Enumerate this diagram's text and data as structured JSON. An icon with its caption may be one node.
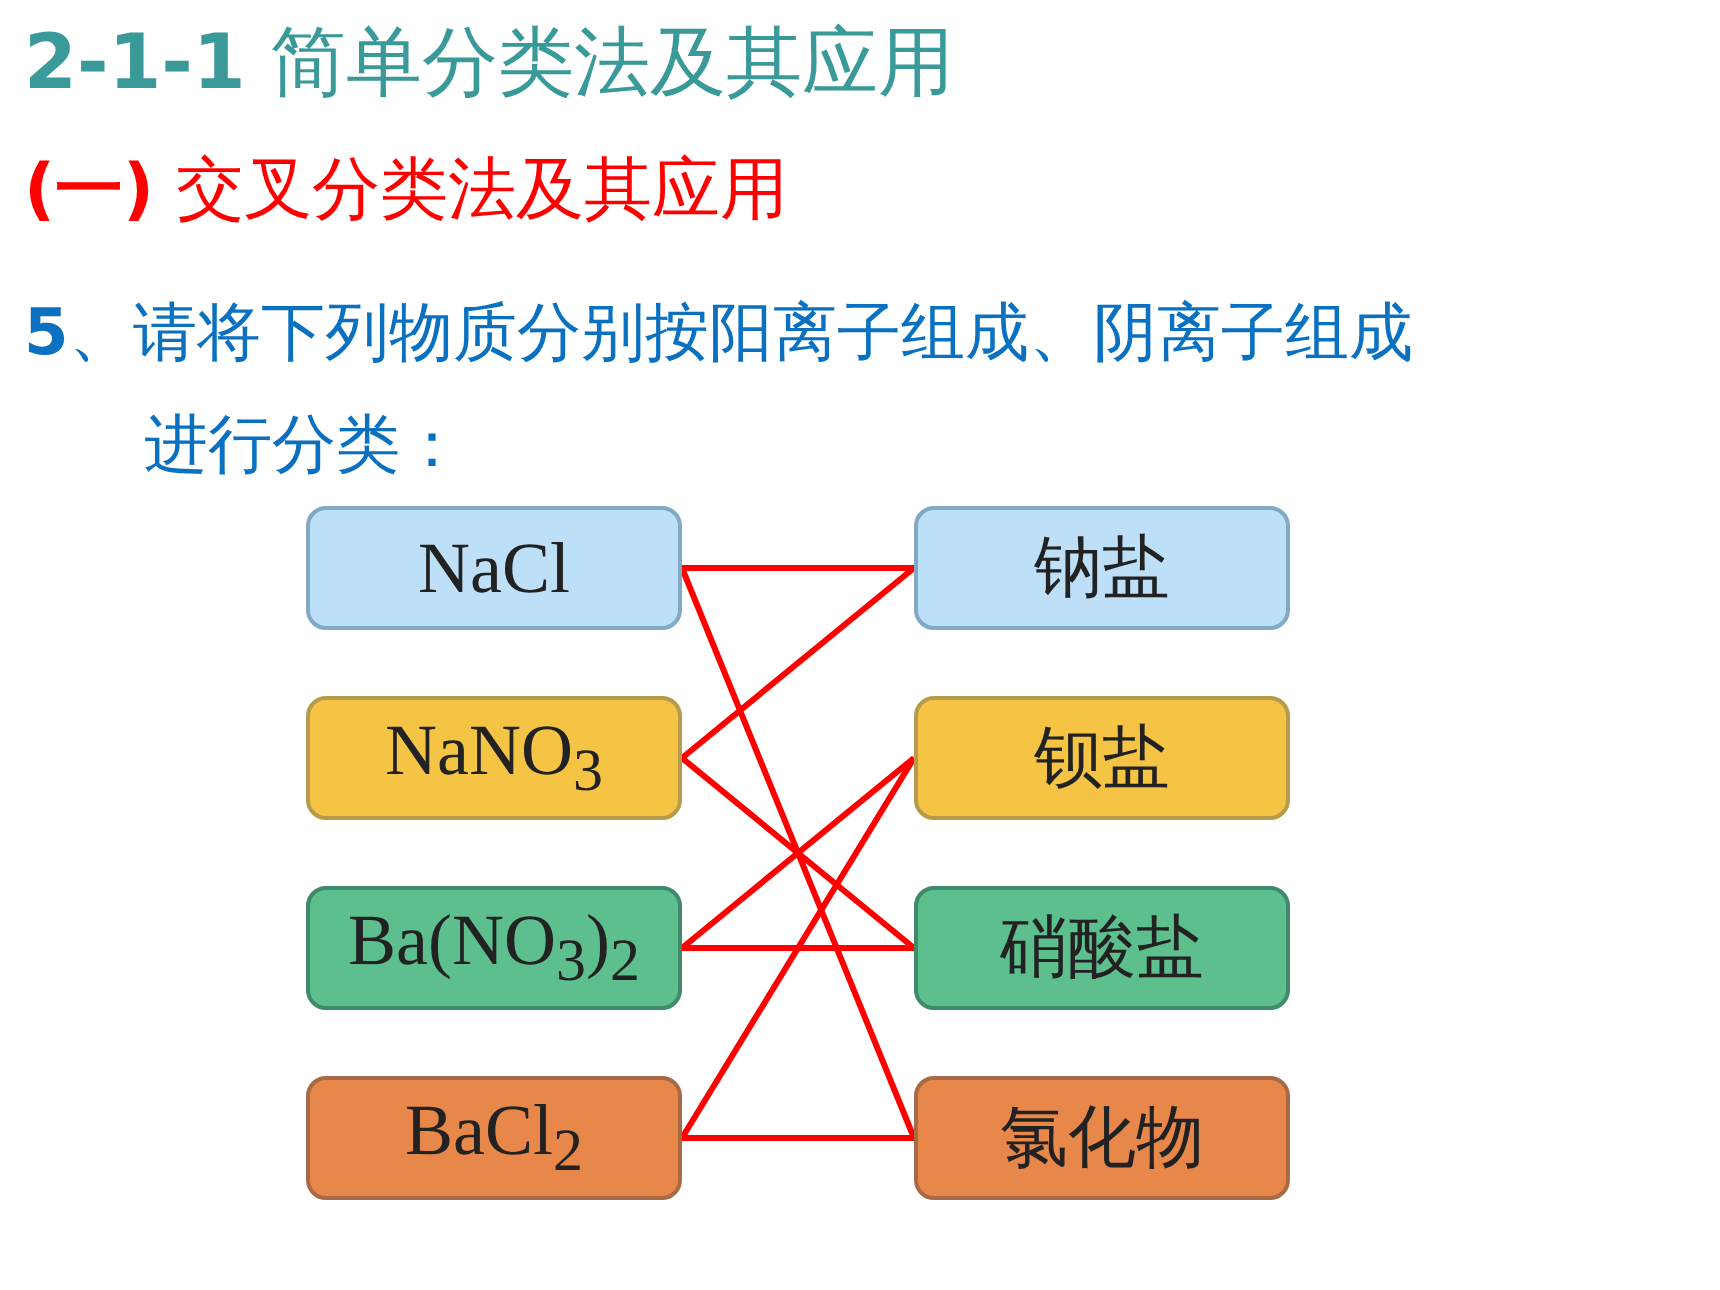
{
  "diagram": {
    "title": "**2-1-1** 简单分类法及其应用",
    "nodes": [
      {
        "text": [
          "NaCl"
        ]
      },
      {
        "text": [
          "NaNO$_{3}$"
        ]
      },
      {
        "text": [
          "Ba(NO$_{3}$)$_{2}$"
        ]
      },
      {
        "text": [
          "BaCl$_{2}$"
        ]
      },
      {
        "text": [
          "钠盐"
        ]
      },
      {
        "text": [
          "钡盐"
        ]
      },
      {
        "text": [
          "硝酸盐"
        ]
      },
      {
        "text": [
          "氯化物"
        ]
      }
    ],
    "edges": [
      {
        "from": 0,
        "to": 4,
        "arrow": "none"
      },
      {
        "from": 0,
        "to": 7,
        "arrow": "none"
      },
      {
        "from": 1,
        "to": 4,
        "arrow": "none"
      },
      {
        "from": 1,
        "to": 6,
        "arrow": "none"
      },
      {
        "from": 2,
        "to": 5,
        "arrow": "none"
      },
      {
        "from": 2,
        "to": 6,
        "arrow": "none"
      },
      {
        "from": 3,
        "to": 5,
        "arrow": "none"
      },
      {
        "from": 3,
        "to": 7,
        "arrow": "none"
      }
    ],
    "labels": [
      "**(一)** 交叉分类法及其应用",
      "**5**、请将下列物质分别按阳离子组成、阴离子组成进行分类："
    ]
  }
}
